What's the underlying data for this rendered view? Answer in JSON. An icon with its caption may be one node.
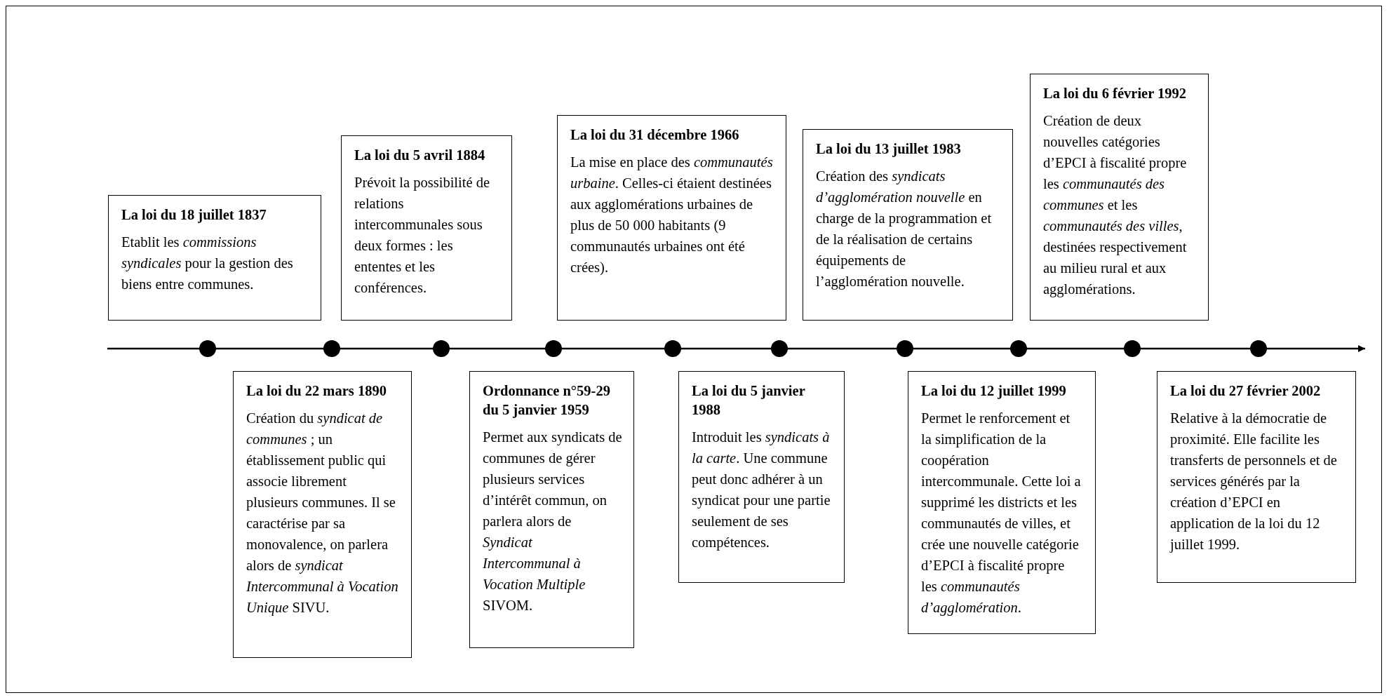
{
  "diagram": {
    "nodes": [
      {
        "text": [
          "La loi du 18 juillet 1837",
          "Etablit les *commissions syndicales* pour la gestion des biens entre communes."
        ]
      },
      {
        "text": [
          "La loi du 22 mars 1890",
          "Création du *syndicat de communes* ; un établissement public qui associe librement plusieurs communes. Il se caractérise par sa monovalence, on parlera alors de *syndicat Intercommunal à Vocation Unique* SIVU."
        ]
      },
      {
        "text": [
          "La loi du 5 avril 1884",
          "Prévoit la possibilité de relations intercommunales sous deux formes : les ententes et les conférences."
        ]
      },
      {
        "text": [
          "Ordonnance n°59-29 du 5 janvier 1959",
          "Permet aux syndicats de communes de gérer plusieurs services d’intérêt commun, on parlera alors de *Syndicat Intercommunal à Vocation Multiple* SIVOM."
        ]
      },
      {
        "text": [
          "La loi du 31 décembre 1966",
          "La mise en place des *communautés urbaine*. Celles-ci étaient destinées aux agglomérations urbaines de plus de 50 000 habitants (9 communautés urbaines ont été crées)."
        ]
      },
      {
        "text": [
          "La loi du 5 janvier 1988",
          "Introduit les *syndicats à la carte*. Une commune peut donc adhérer à un syndicat pour une partie seulement de ses compétences."
        ]
      },
      {
        "text": [
          "La loi du 13 juillet 1983",
          "Création des *syndicats d’agglomération nouvelle* en charge de la programmation et de la réalisation de certains équipements de l’agglomération nouvelle."
        ]
      },
      {
        "text": [
          "La loi du 12 juillet 1999",
          "Permet le renforcement et la simplification de la coopération intercommunale. Cette loi a supprimé les districts et les communautés de villes, et crée une nouvelle catégorie d’EPCI à fiscalité propre les *communautés d’agglomération*."
        ]
      },
      {
        "text": [
          "La loi du 6 février 1992",
          "Création de deux nouvelles catégories d’EPCI à fiscalité propre les *communautés des communes* et les *communautés des villes*, destinées respectivement au milieu rural et aux agglomérations."
        ]
      },
      {
        "text": [
          "La loi du 27 février 2002",
          "Relative à la démocratie de proximité. Elle facilite les transferts de personnels et de services générés par la création d’EPCI en application de la loi du 12 juillet 1999."
        ]
      }
    ]
  }
}
